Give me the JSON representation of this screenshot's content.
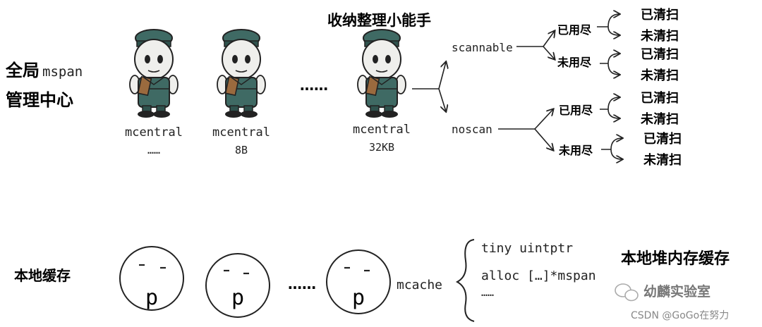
{
  "global": {
    "line1": "全局",
    "mspan": "mspan",
    "line2": "管理中心"
  },
  "organizer_title": "收纳整理小能手",
  "mcentrals": [
    {
      "label": "mcentral",
      "sub": "……"
    },
    {
      "label": "mcentral",
      "sub": "8B"
    },
    {
      "label": "mcentral",
      "sub": "32KB"
    }
  ],
  "top_ellipsis": "……",
  "scannable": "scannable",
  "noscan": "noscan",
  "used_up": "已用尽",
  "not_used_up": "未用尽",
  "cleaned": "已清扫",
  "not_cleaned": "未清扫",
  "local_cache": "本地缓存",
  "cache_faces": [
    "p",
    "p",
    "p"
  ],
  "bottom_ellipsis": "……",
  "mcache": "mcache",
  "mcache_fields": [
    "tiny uintptr",
    "alloc […]*mspan",
    "……"
  ],
  "local_heap": "本地堆内存缓存",
  "watermark_main": "幼麟实验室",
  "watermark_sub": "CSDN @GoGo在努力",
  "colors": {
    "uniform": "#3f6a64",
    "skin": "#efefec",
    "book": "#9a6a3e"
  }
}
